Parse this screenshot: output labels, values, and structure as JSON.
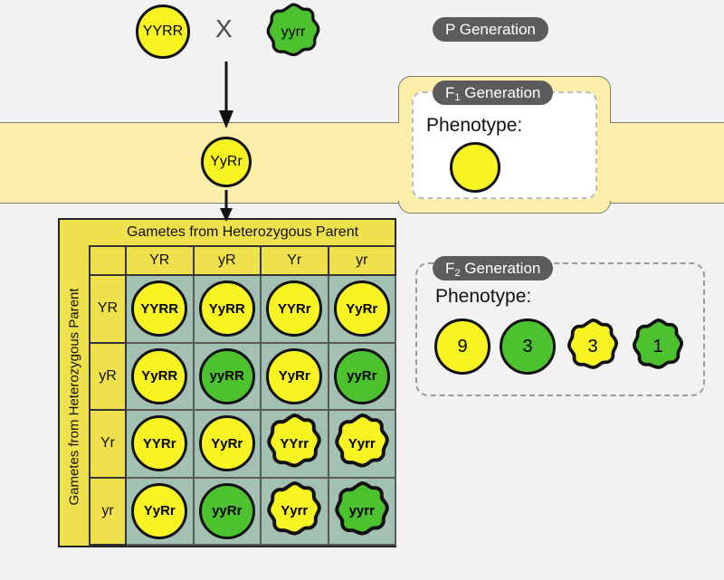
{
  "colors": {
    "yellow": "#f7f421",
    "green": "#4cc22e",
    "header_yellow": "#efe04e",
    "cell_sage": "#a3c1b2",
    "band_yellow": "#fbeeab",
    "badge_gray": "#5c5c5c",
    "page_bg": "#f2f2f2",
    "outline": "#111111"
  },
  "parents": {
    "cross_symbol": "X",
    "left": {
      "genotype": "YYRR",
      "shape": "round",
      "color": "yellow"
    },
    "right": {
      "genotype": "yyrr",
      "shape": "wrinkled",
      "color": "green"
    }
  },
  "badges": {
    "p_generation": "P Generation",
    "f1_generation_prefix": "F",
    "f1_generation_sub": "1",
    "f1_generation_suffix": " Generation",
    "f2_generation_prefix": "F",
    "f2_generation_sub": "2",
    "f2_generation_suffix": " Generation"
  },
  "f1": {
    "offspring": {
      "genotype": "YyRr",
      "shape": "round",
      "color": "yellow"
    },
    "phenotype_label": "Phenotype:",
    "phenotype": [
      {
        "label": "",
        "shape": "round",
        "color": "yellow"
      }
    ]
  },
  "f2": {
    "phenotype_label": "Phenotype:",
    "phenotype": [
      {
        "label": "9",
        "shape": "round",
        "color": "yellow"
      },
      {
        "label": "3",
        "shape": "round",
        "color": "green"
      },
      {
        "label": "3",
        "shape": "wrinkled",
        "color": "yellow"
      },
      {
        "label": "1",
        "shape": "wrinkled",
        "color": "green"
      }
    ]
  },
  "punnett": {
    "top_label": "Gametes from Heterozygous Parent",
    "side_label": "Gametes from Heterozygous Parent",
    "col_headers": [
      "YR",
      "yR",
      "Yr",
      "yr"
    ],
    "row_headers": [
      "YR",
      "yR",
      "Yr",
      "yr"
    ],
    "cells": [
      [
        {
          "genotype": "YYRR",
          "shape": "round",
          "color": "yellow"
        },
        {
          "genotype": "YyRR",
          "shape": "round",
          "color": "yellow"
        },
        {
          "genotype": "YYRr",
          "shape": "round",
          "color": "yellow"
        },
        {
          "genotype": "YyRr",
          "shape": "round",
          "color": "yellow"
        }
      ],
      [
        {
          "genotype": "YyRR",
          "shape": "round",
          "color": "yellow"
        },
        {
          "genotype": "yyRR",
          "shape": "round",
          "color": "green"
        },
        {
          "genotype": "YyRr",
          "shape": "round",
          "color": "yellow"
        },
        {
          "genotype": "yyRr",
          "shape": "round",
          "color": "green"
        }
      ],
      [
        {
          "genotype": "YYRr",
          "shape": "round",
          "color": "yellow"
        },
        {
          "genotype": "YyRr",
          "shape": "round",
          "color": "yellow"
        },
        {
          "genotype": "YYrr",
          "shape": "wrinkled",
          "color": "yellow"
        },
        {
          "genotype": "Yyrr",
          "shape": "wrinkled",
          "color": "yellow"
        }
      ],
      [
        {
          "genotype": "YyRr",
          "shape": "round",
          "color": "yellow"
        },
        {
          "genotype": "yyRr",
          "shape": "round",
          "color": "green"
        },
        {
          "genotype": "Yyrr",
          "shape": "wrinkled",
          "color": "yellow"
        },
        {
          "genotype": "yyrr",
          "shape": "wrinkled",
          "color": "green"
        }
      ]
    ]
  }
}
